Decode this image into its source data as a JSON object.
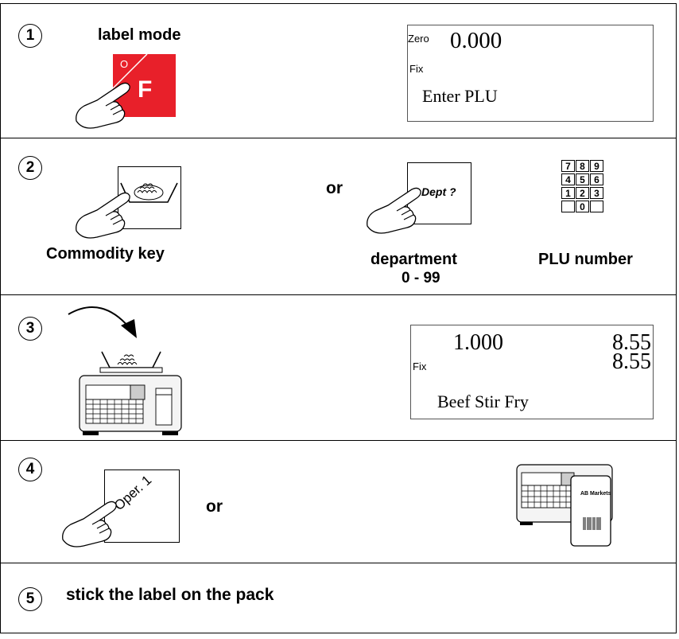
{
  "steps": {
    "s1": {
      "number": "1",
      "title": "label mode",
      "key": {
        "corner": "O",
        "letter": "F",
        "color": "#e8202a"
      },
      "display": {
        "zero_label": "Zero",
        "weight": "0.000",
        "fix_label": "Fix",
        "message": "Enter PLU"
      }
    },
    "s2": {
      "number": "2",
      "commodity_label": "Commodity key",
      "or_text": "or",
      "dept_key": "Dept ?",
      "dept_label_line1": "department",
      "dept_label_line2": "0 - 99",
      "plu_label": "PLU number",
      "keypad": [
        "7",
        "8",
        "9",
        "4",
        "5",
        "6",
        "1",
        "2",
        "3",
        "",
        "0",
        ""
      ]
    },
    "s3": {
      "number": "3",
      "display": {
        "weight": "1.000",
        "price_top": "8.55",
        "fix_label": "Fix",
        "price_bottom": "8.55",
        "product": "Beef Stir Fry"
      }
    },
    "s4": {
      "number": "4",
      "oper_key": "Oper. 1",
      "or_text": "or",
      "label_text": "AB Markets"
    },
    "s5": {
      "number": "5",
      "instruction": "stick the label on the pack"
    }
  }
}
